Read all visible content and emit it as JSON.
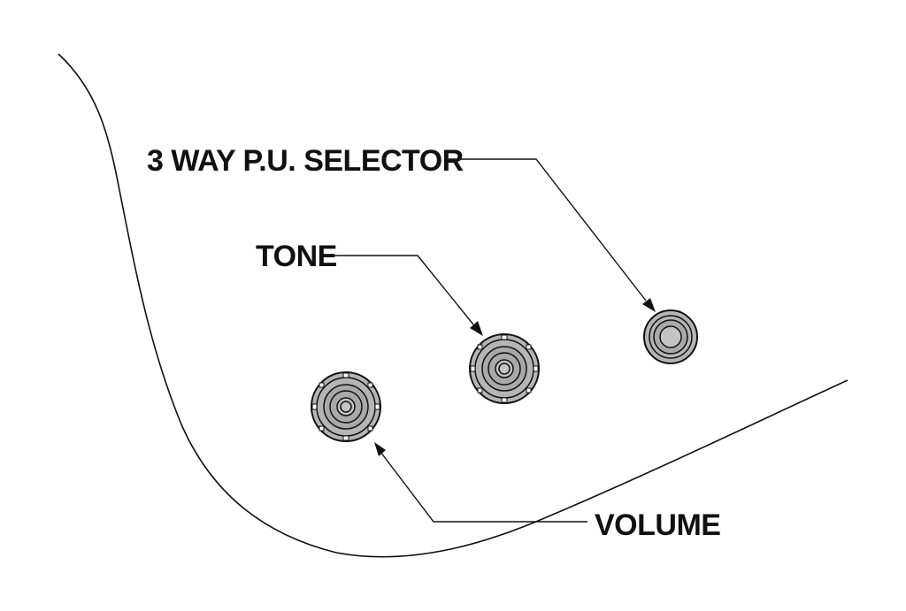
{
  "diagram": {
    "labels": {
      "selector": "3 WAY P.U. SELECTOR",
      "tone": "TONE",
      "volume": "VOLUME"
    },
    "colors": {
      "line": "#111111",
      "knob_fill": "#b5b5b5",
      "background": "#ffffff"
    },
    "icons": {
      "selector": "selector-switch-icon",
      "tone": "tone-knob-icon",
      "volume": "volume-knob-icon"
    }
  }
}
